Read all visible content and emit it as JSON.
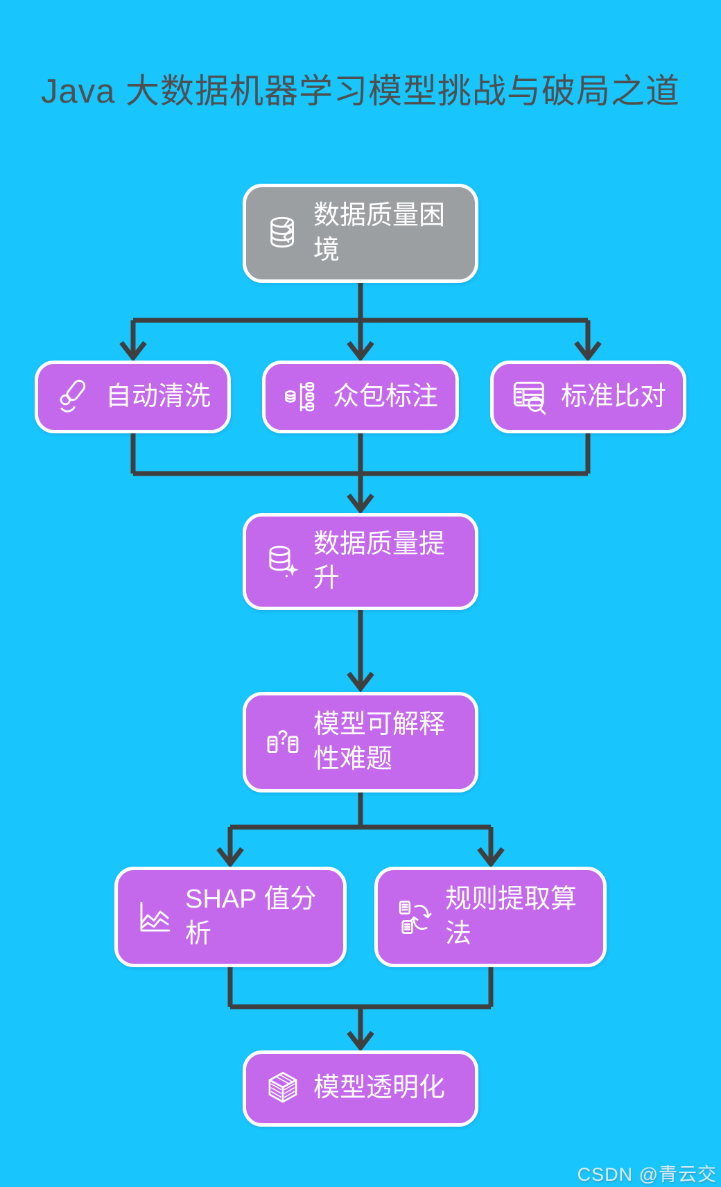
{
  "page": {
    "title": "Java 大数据机器学习模型挑战与破局之道",
    "watermark": "CSDN @青云交",
    "background_color": "#19C5FD",
    "title_color": "#4F4F4F"
  },
  "flowchart": {
    "line_color": "#3F3F3F",
    "node_border_color": "#FFFFFF",
    "nodes": [
      {
        "label": "数据质量困境",
        "icon": "broken-database-icon",
        "variant": "gray",
        "fill": "#9C9FA2"
      },
      {
        "label": "自动清洗",
        "icon": "cleaning-brush-icon",
        "variant": "purple",
        "fill": "#C468EC"
      },
      {
        "label": "众包标注",
        "icon": "crowdsource-data-icon",
        "variant": "purple",
        "fill": "#C468EC"
      },
      {
        "label": "标准比对",
        "icon": "table-search-icon",
        "variant": "purple",
        "fill": "#C468EC"
      },
      {
        "label": "数据质量提升",
        "icon": "database-sparkle-icon",
        "variant": "purple",
        "fill": "#C468EC"
      },
      {
        "label": "模型可解释性难题",
        "icon": "question-panels-icon",
        "variant": "purple",
        "fill": "#C468EC"
      },
      {
        "label": "SHAP 值分析",
        "icon": "line-chart-icon",
        "variant": "purple",
        "fill": "#C468EC"
      },
      {
        "label": "规则提取算法",
        "icon": "rules-cycle-icon",
        "variant": "purple",
        "fill": "#C468EC"
      },
      {
        "label": "模型透明化",
        "icon": "cube-icon",
        "variant": "purple",
        "fill": "#C468EC"
      }
    ],
    "edges": [
      {
        "from": "数据质量困境",
        "to": "自动清洗"
      },
      {
        "from": "数据质量困境",
        "to": "众包标注"
      },
      {
        "from": "数据质量困境",
        "to": "标准比对"
      },
      {
        "from": "自动清洗",
        "to": "数据质量提升"
      },
      {
        "from": "众包标注",
        "to": "数据质量提升"
      },
      {
        "from": "标准比对",
        "to": "数据质量提升"
      },
      {
        "from": "数据质量提升",
        "to": "模型可解释性难题"
      },
      {
        "from": "模型可解释性难题",
        "to": "SHAP 值分析"
      },
      {
        "from": "模型可解释性难题",
        "to": "规则提取算法"
      },
      {
        "from": "SHAP 值分析",
        "to": "模型透明化"
      },
      {
        "from": "规则提取算法",
        "to": "模型透明化"
      }
    ]
  }
}
